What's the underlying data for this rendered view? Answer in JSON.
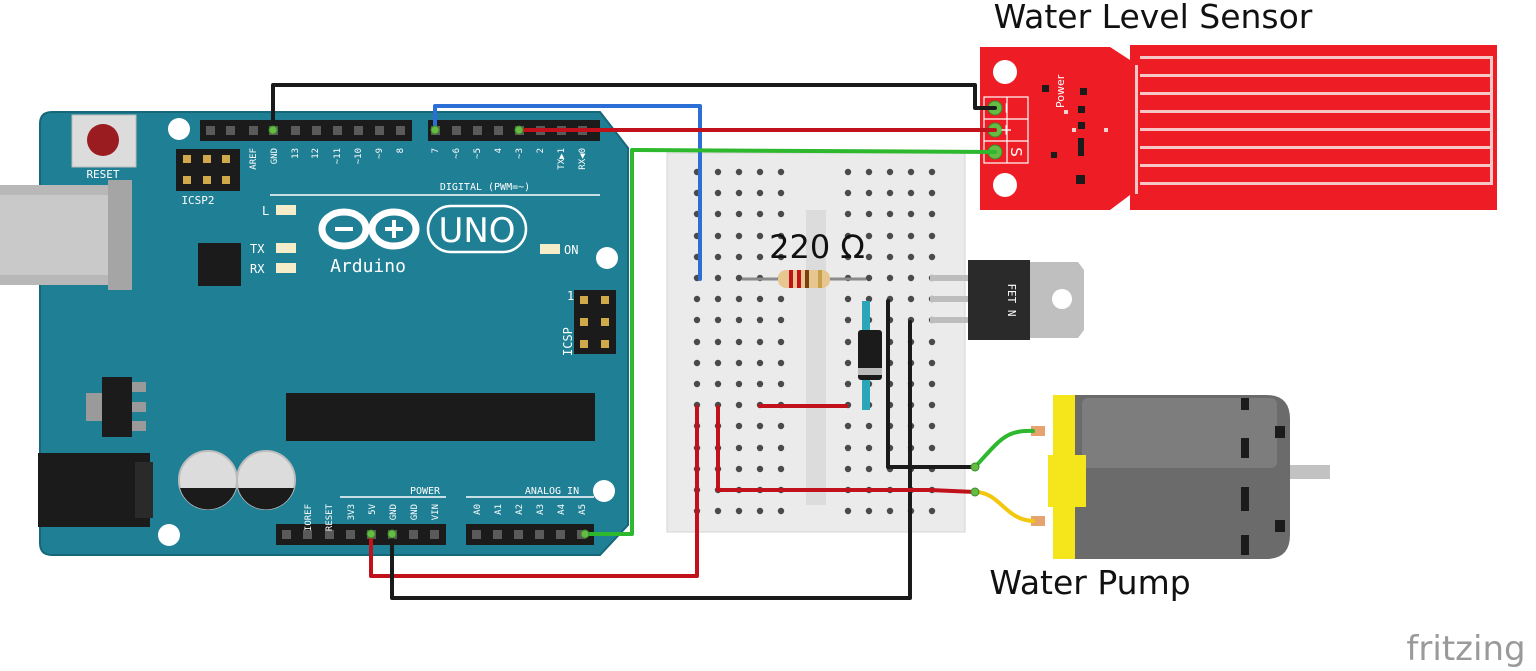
{
  "labels": {
    "sensor_title": "Water Level Sensor",
    "pump_title": "Water Pump",
    "resistor_value": "220 Ω",
    "fritzing_logo": "fritzing"
  },
  "arduino": {
    "brand": "Arduino",
    "model": "UNO",
    "reset": "RESET",
    "icsp2": "ICSP2",
    "icsp": "ICSP",
    "icsp_pin1": "1",
    "led_l": "L",
    "led_tx": "TX",
    "led_rx": "RX",
    "led_on": "ON",
    "digital_label": "DIGITAL (PWM=~)",
    "power_label": "POWER",
    "analog_label": "ANALOG IN",
    "digital_pins": [
      "AREF",
      "GND",
      "13",
      "12",
      "~11",
      "~10",
      "~9",
      "8",
      "7",
      "~6",
      "~5",
      "4",
      "~3",
      "2",
      "TX▶1",
      "RX◀0"
    ],
    "power_pins": [
      "IOREF",
      "RESET",
      "3V3",
      "5V",
      "GND",
      "GND",
      "VIN"
    ],
    "analog_pins": [
      "A0",
      "A1",
      "A2",
      "A3",
      "A4",
      "A5"
    ]
  },
  "sensor": {
    "power_label": "Power",
    "pins": [
      "−",
      "+",
      "S"
    ]
  },
  "mosfet": {
    "label": "FET N"
  },
  "colors": {
    "board": "#1f7f95",
    "sensor": "#ee1c24",
    "wire_red": "#c1121c",
    "wire_black": "#1a1a1a",
    "wire_green": "#2db82d",
    "wire_blue": "#2b6fd6",
    "wire_yellow": "#f2c80f",
    "pump_body": "#6b6b6b",
    "pump_cap": "#f5e51b"
  }
}
